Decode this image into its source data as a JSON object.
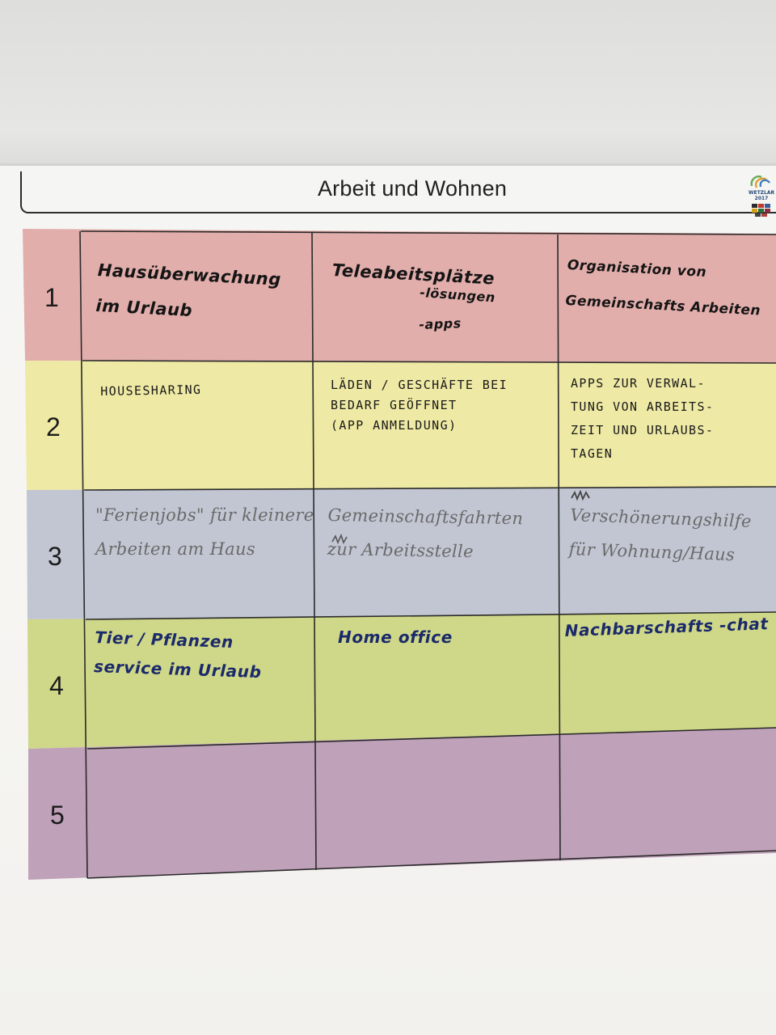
{
  "title": "Arbeit und Wohnen",
  "logo": {
    "text": "WETZLAR\n2017"
  },
  "rows": [
    {
      "number": "1",
      "color": "#e2aeab",
      "cells": [
        "Hausüberwachung\nim Urlaub",
        "Teleabeitsplätze",
        "Organisation von\nGemeinschafts Arbeiten"
      ],
      "subitems": [
        "-lösungen",
        "-apps"
      ]
    },
    {
      "number": "2",
      "color": "#eee9a4",
      "cells": [
        "HOUSESHARING",
        "LÄDEN / GESCHÄFTE BEI\nBEDARF GEÖFFNET\n(APP ANMELDUNG)",
        "APPS ZUR VERWAL-\nTUNG VON ARBEITS-\nZEIT UND URLAUBS-\nTAGEN"
      ]
    },
    {
      "number": "3",
      "color": "#c2c6d2",
      "cells": [
        "\"Ferienjobs\" für kleinere\nArbeiten am Haus",
        "Gemeinschaftsfahrten\nzur Arbeitsstelle",
        "Verschönerungshilfe\nfür Wohnung/Haus"
      ]
    },
    {
      "number": "4",
      "color": "#cfd788",
      "cells": [
        "Tier / Pflanzen\nservice im Urlaub",
        "Home office",
        "Nachbarschafts -chat"
      ]
    },
    {
      "number": "5",
      "color": "#bfa1b9",
      "cells": [
        "",
        "",
        ""
      ]
    }
  ]
}
